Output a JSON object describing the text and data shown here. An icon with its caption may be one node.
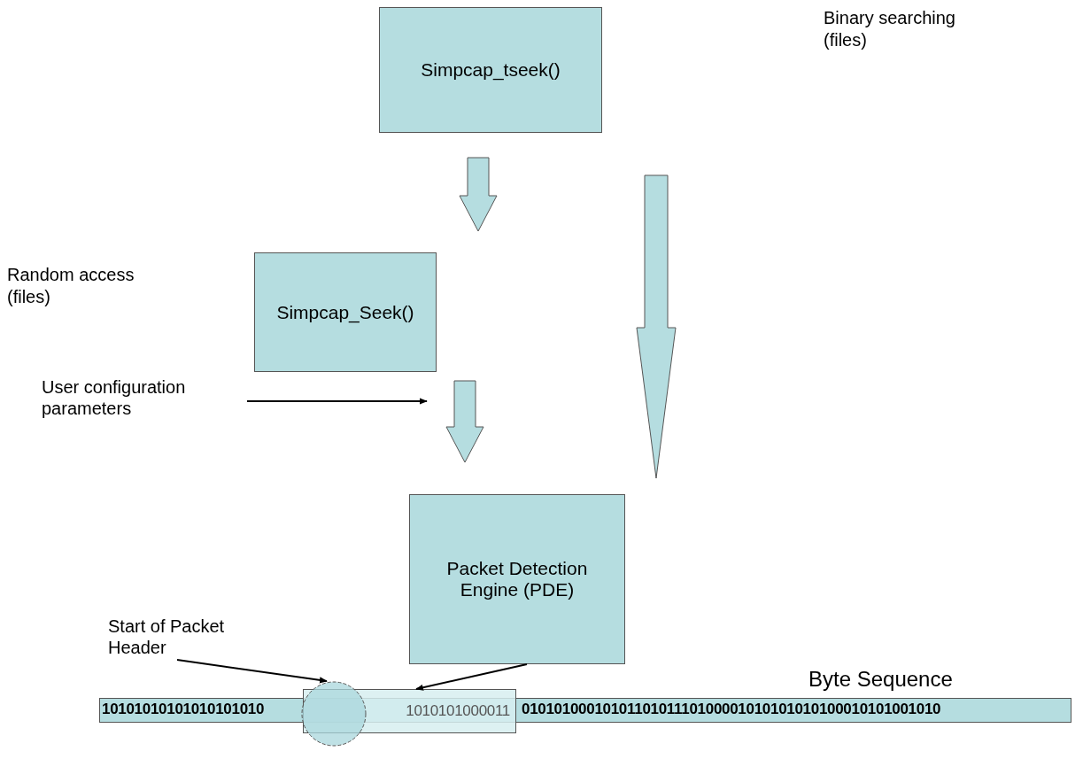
{
  "diagram": {
    "nodes": [
      {
        "text": [
          "Simpcap_tseek()"
        ]
      },
      {
        "text": [
          "Simpcap_Seek()"
        ]
      },
      {
        "text": [
          "Packet Detection Engine (PDE)"
        ]
      },
      {
        "text": [
          "User configuration parameters"
        ]
      },
      {
        "text": [
          "Start of Packet Header"
        ]
      },
      {
        "text": [
          "10101010101010101010",
          "0101010001010110101110100001010101010100010101001010"
        ],
        "beside": [
          "Byte Sequence"
        ]
      },
      {
        "text": [
          "1010101000011"
        ]
      },
      {
        "text": [],
        "shape": "circle"
      }
    ],
    "edges": [
      {
        "from": 0,
        "to": 1,
        "arrow": "to",
        "style": "thick"
      },
      {
        "from": 1,
        "to": 2,
        "arrow": "to",
        "style": "thick"
      },
      {
        "from": 0,
        "to": 2,
        "arrow": "to",
        "style": "thick"
      },
      {
        "from": 3,
        "to": null,
        "arrow": "to"
      },
      {
        "from": 4,
        "to": 7,
        "arrow": "to"
      },
      {
        "from": 2,
        "to": 6,
        "arrow": "to"
      }
    ],
    "labels": [
      "Binary searching (files)",
      "Random access (files)"
    ]
  }
}
